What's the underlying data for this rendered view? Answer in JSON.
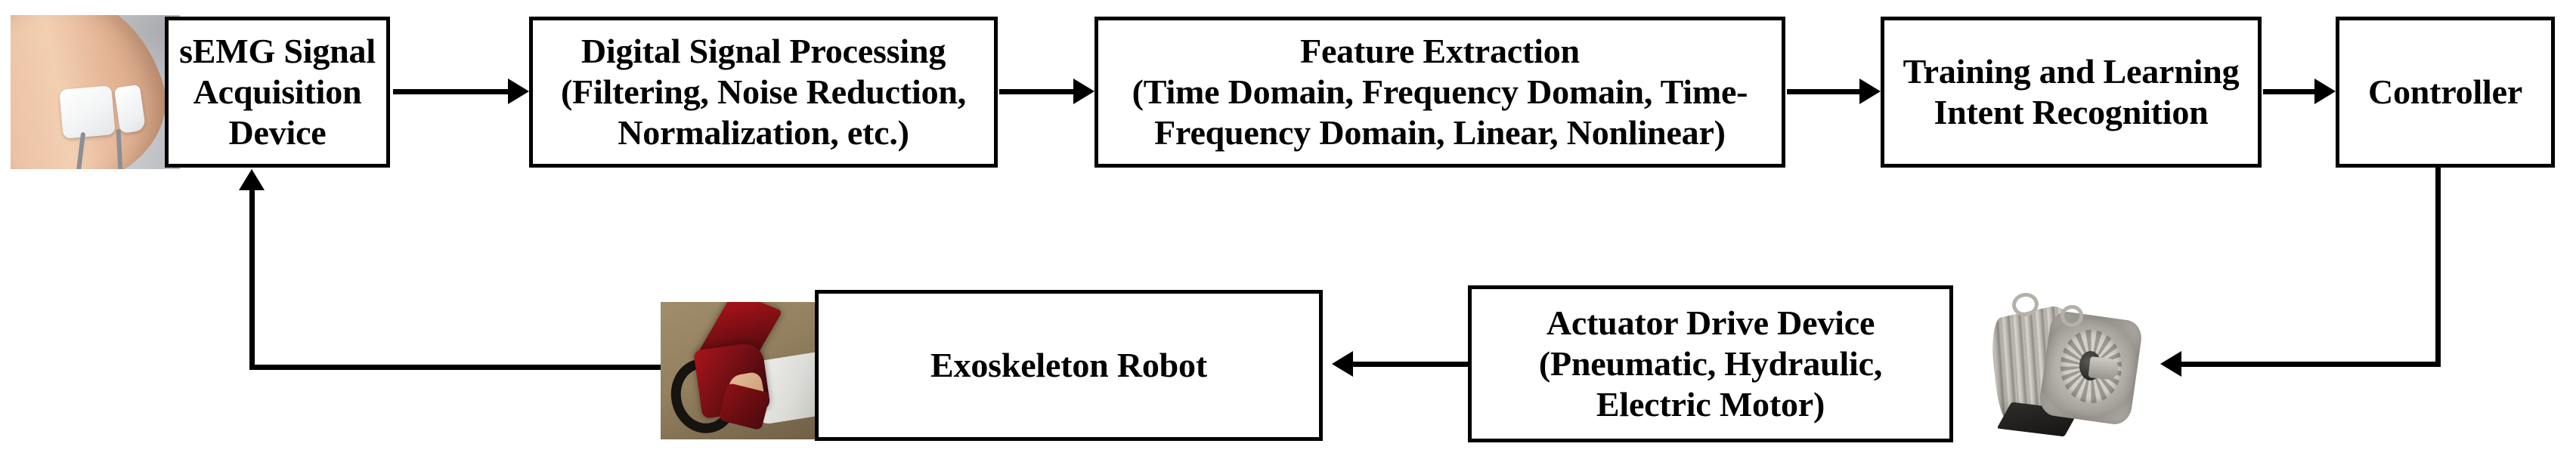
{
  "diagram": {
    "title": "sEMG-based exoskeleton robot control flow diagram",
    "background_color": "#ffffff",
    "line_color": "#000000",
    "text_color": "#000000"
  },
  "nodes": {
    "semg_device": {
      "label": "sEMG Signal\nAcquisition\nDevice"
    },
    "dsp": {
      "label": "Digital Signal Processing\n(Filtering, Noise Reduction,\nNormalization, etc.)"
    },
    "feature_extraction": {
      "label": "Feature Extraction\n(Time Domain, Frequency Domain, Time-\nFrequency Domain, Linear, Nonlinear)"
    },
    "training": {
      "label": "Training and Learning\nIntent Recognition"
    },
    "controller": {
      "label": "Controller"
    },
    "exoskeleton": {
      "label": "Exoskeleton Robot"
    },
    "actuator": {
      "label": "Actuator Drive Device\n(Pneumatic, Hydraulic,\nElectric Motor)"
    }
  },
  "images": {
    "arm_electrodes": {
      "name": "arm-with-semg-electrodes-photo"
    },
    "exoskeleton_robot": {
      "name": "exoskeleton-robot-arm-photo"
    },
    "electric_motor": {
      "name": "electric-motor-photo"
    }
  },
  "connectors": [
    {
      "name": "semg-to-dsp",
      "from": "semg_device",
      "to": "dsp",
      "direction": "right"
    },
    {
      "name": "dsp-to-feature",
      "from": "dsp",
      "to": "feature_extraction",
      "direction": "right"
    },
    {
      "name": "feature-to-training",
      "from": "feature_extraction",
      "to": "training",
      "direction": "right"
    },
    {
      "name": "training-to-controller",
      "from": "training",
      "to": "controller",
      "direction": "right"
    },
    {
      "name": "controller-to-motor",
      "from": "controller",
      "to": "electric_motor",
      "direction": "down-left"
    },
    {
      "name": "actuator-to-exoskeleton",
      "from": "actuator",
      "to": "exoskeleton",
      "direction": "left"
    },
    {
      "name": "exoskeleton-feedback-to-semg",
      "from": "exoskeleton",
      "to": "semg_device",
      "direction": "left-up"
    }
  ]
}
